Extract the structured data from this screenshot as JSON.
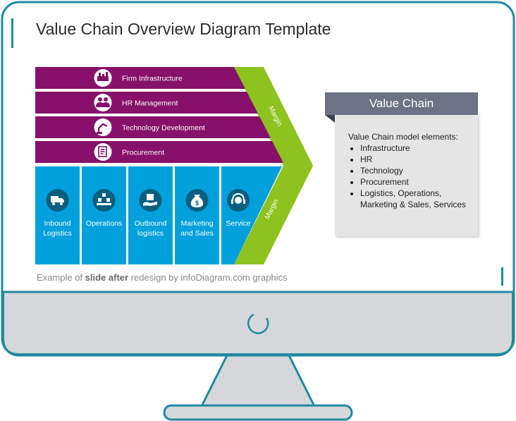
{
  "page": {
    "title": "Value Chain Overview Diagram Template"
  },
  "support_activities": [
    {
      "label": "Firm Infrastructure",
      "icon": "factory-icon"
    },
    {
      "label": "HR Management",
      "icon": "people-icon"
    },
    {
      "label": "Technology Development",
      "icon": "robot-arm-icon"
    },
    {
      "label": "Procurement",
      "icon": "contract-icon"
    }
  ],
  "primary_activities": [
    {
      "label_lines": [
        "Inbound",
        "Logistics"
      ],
      "icon": "truck-icon"
    },
    {
      "label_lines": [
        "Operations"
      ],
      "icon": "conveyor-icon"
    },
    {
      "label_lines": [
        "Outbound",
        "logistics"
      ],
      "icon": "delivery-box-icon"
    },
    {
      "label_lines": [
        "Marketing",
        "and Sales"
      ],
      "icon": "money-bag-icon"
    },
    {
      "label_lines": [
        "Service"
      ],
      "icon": "headset-icon"
    }
  ],
  "margin_labels": {
    "upper": "Margin",
    "lower": "Margin"
  },
  "value_chain": {
    "title": "Value Chain",
    "intro": "Value Chain model elements:",
    "items": [
      "Infrastructure",
      "HR",
      "Technology",
      "Procurement",
      "Logistics, Operations, Marketing & Sales, Services"
    ]
  },
  "footer": {
    "prefix": "Example of ",
    "bold": "slide after",
    "suffix": " redesign by infoDiagram.com graphics"
  },
  "colors": {
    "support": "#86106a",
    "primary": "#00a0dc",
    "margin": "#8dc21f",
    "header": "#6b7283",
    "monitor_frame": "#1e8aa0",
    "monitor_stand": "#d5d7da"
  }
}
